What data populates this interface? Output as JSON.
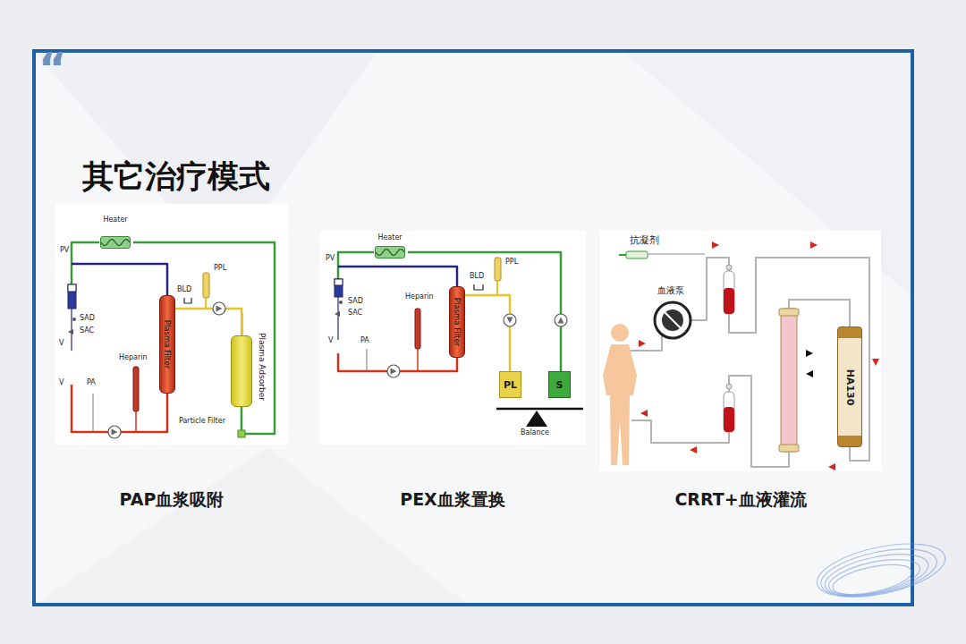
{
  "diagram": {
    "title": "其它治疗模式",
    "nodes": [
      {
        "text": [
          "PAP血浆吸附"
        ]
      },
      {
        "text": [
          "PEX血浆置换"
        ]
      },
      {
        "text": [
          "CRRT+血液灌流"
        ]
      },
      {
        "text": [
          "Heater"
        ],
        "in": 0
      },
      {
        "text": [
          "Plasma Filter"
        ],
        "in": 0
      },
      {
        "text": [
          "Plasma Adsorber"
        ],
        "in": 0
      },
      {
        "text": [
          "Heater"
        ],
        "in": 1
      },
      {
        "text": [
          "Plasma Filter"
        ],
        "in": 1
      },
      {
        "text": [
          "PL"
        ],
        "in": 1
      },
      {
        "text": [
          "S"
        ],
        "in": 1
      },
      {
        "text": [
          "HA130"
        ],
        "in": 2
      }
    ],
    "edges": [
      {
        "from": 4,
        "to": 5,
        "arrow": "none"
      },
      {
        "from": 5,
        "to": 3,
        "arrow": "none"
      },
      {
        "from": 7,
        "to": 8,
        "arrow": "none"
      },
      {
        "from": 9,
        "to": 6,
        "arrow": "none"
      }
    ],
    "labels": [
      "“",
      "PV",
      "SAD",
      "SAC",
      "V",
      "V",
      "PA",
      "Heparin",
      "PPL",
      "BLD",
      "Particle Filter",
      "PV",
      "SAD",
      "SAC",
      "V",
      "PA",
      "Heparin",
      "PPL",
      "BLD",
      "Balance",
      "抗凝剂",
      "血液泵"
    ]
  }
}
